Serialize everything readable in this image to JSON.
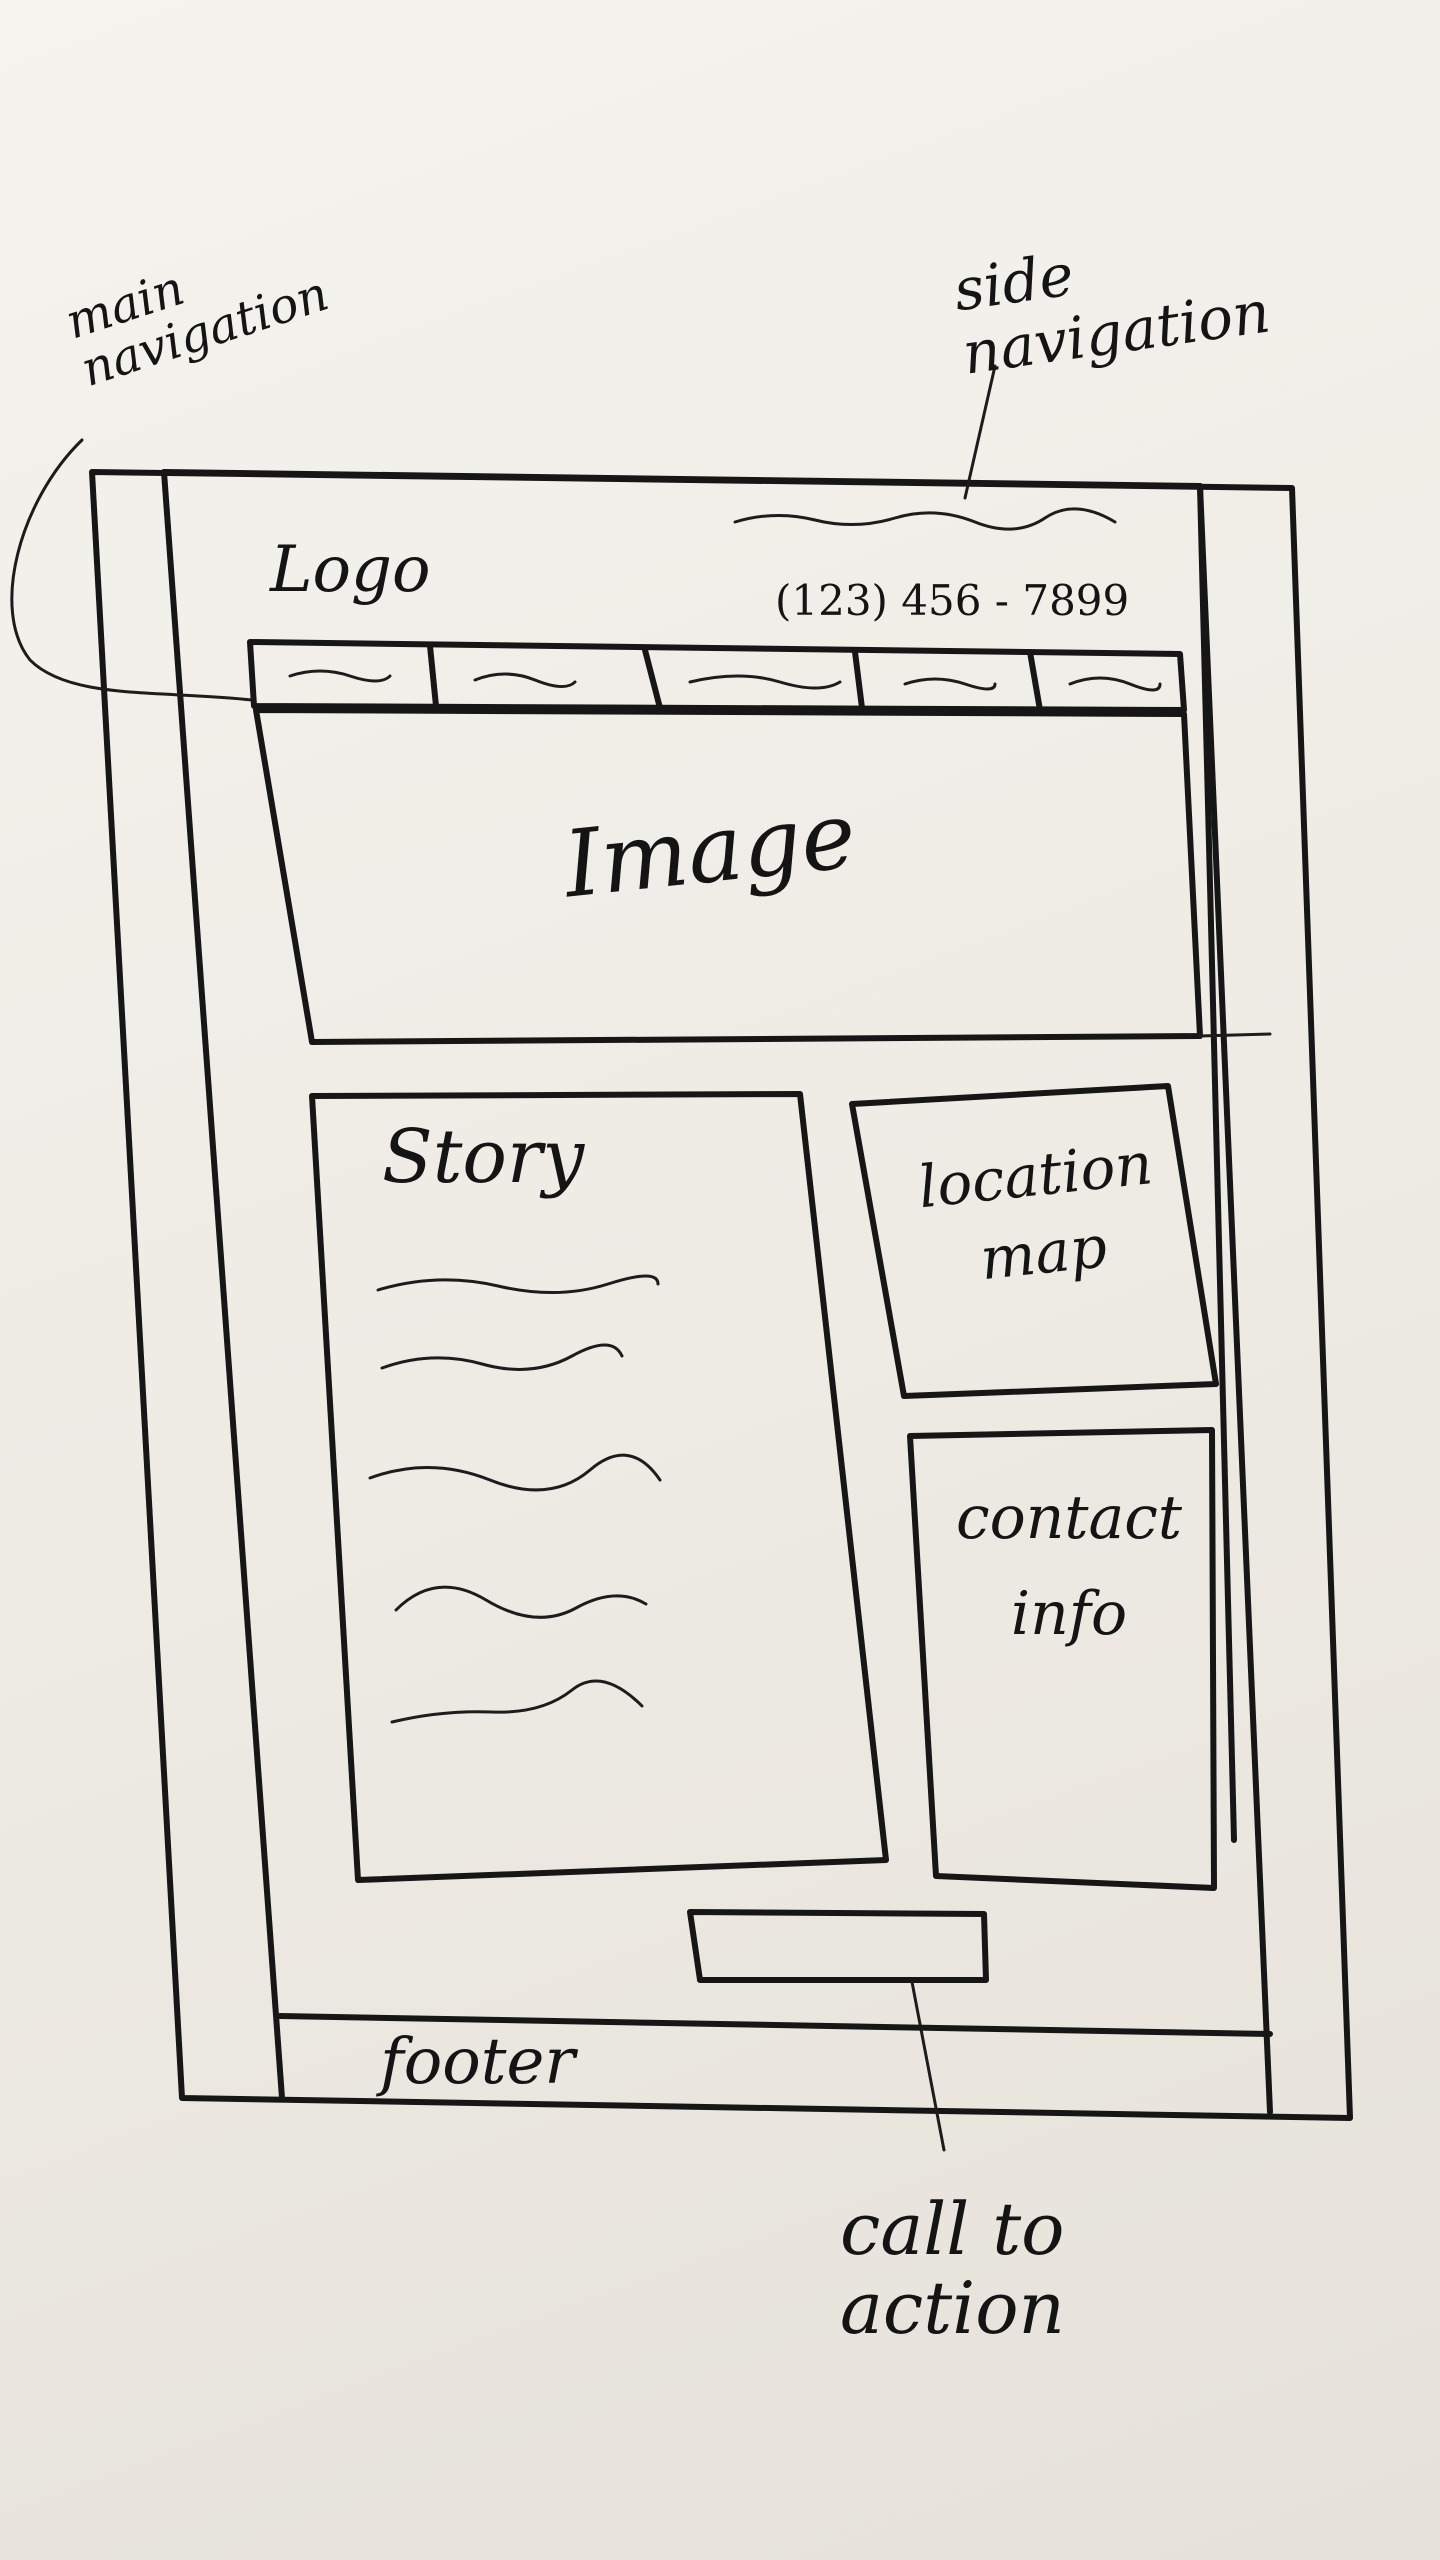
{
  "annotations": {
    "main_navigation": "main navigation",
    "side_navigation": "side navigation",
    "call_to_action": "call to action"
  },
  "wireframe": {
    "logo": "Logo",
    "phone": "(123) 456 - 7899",
    "nav_tabs_count": 5,
    "image_label": "Image",
    "story_label": "Story",
    "story_lines_count": 5,
    "location_label": "location map",
    "contact_label": "contact info",
    "footer_label": "footer"
  },
  "colors": {
    "ink": "#161616",
    "paper": "#f1efe9"
  }
}
